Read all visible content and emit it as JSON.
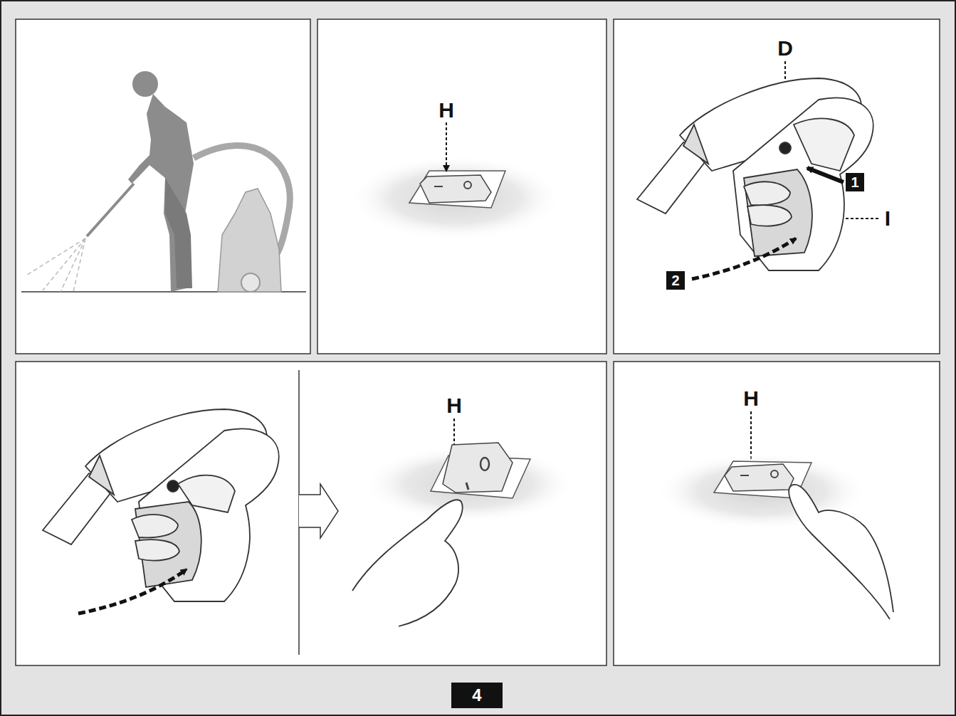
{
  "diagram": {
    "nodes": [
      {
        "text": [
          "1"
        ]
      },
      {
        "text": [
          "2"
        ]
      },
      {
        "text": [
          "4"
        ]
      }
    ],
    "labels": [
      "H",
      "D",
      "I",
      "H",
      "H"
    ]
  }
}
